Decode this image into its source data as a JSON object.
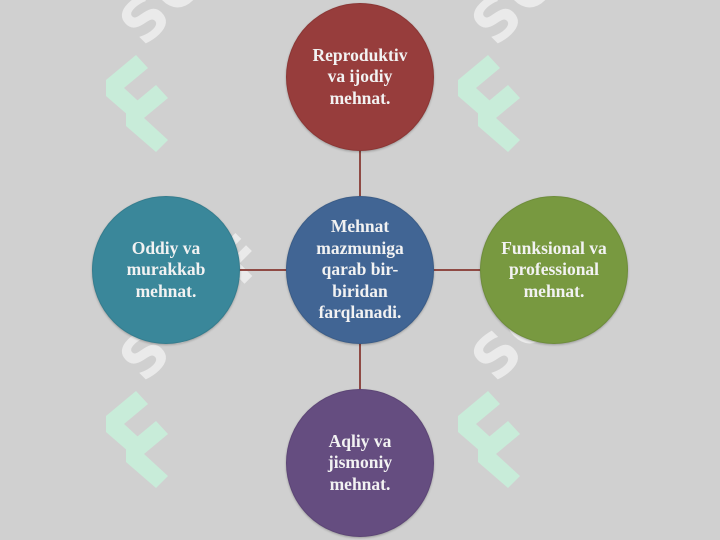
{
  "diagram": {
    "center": {
      "label": "Mehnat mazmuniga qarab bir-biridan farqlanadi."
    },
    "top": {
      "label": "Reproduktiv va ijodiy mehnat."
    },
    "left": {
      "label": "Oddiy va murakkab mehnat."
    },
    "right": {
      "label": "Funksional va professional mehnat."
    },
    "bottom": {
      "label": "Aqliy va jismoniy mehnat."
    }
  },
  "watermark": {
    "text": "SOFF",
    "icon": "soff-logo-icon"
  },
  "colors": {
    "background": "#d0d0d0",
    "center": "#416594",
    "top": "#973d3c",
    "left": "#3a879a",
    "right": "#789940",
    "bottom": "#654d80",
    "connector": "#8f4a44",
    "node_text": "#f2f2f2",
    "watermark_logo": "#c8ecd9"
  }
}
